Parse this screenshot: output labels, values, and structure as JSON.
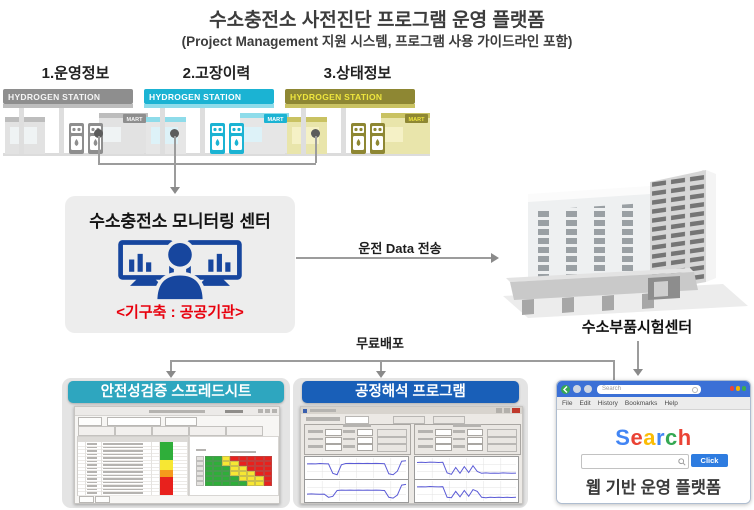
{
  "header": {
    "title": "수소충전소 사전진단 프로그램 운영 플랫폼",
    "subtitle": "(Project Management 지원 시스템, 프로그램 사용 가이드라인 포함)"
  },
  "stations": [
    {
      "label": "1.운영정보",
      "sign": "HYDROGEN STATION",
      "mart": "MART",
      "colors": {
        "canopy": "#8e8e8e",
        "strip": "#bdbdbd",
        "kiosk": "#e2e2e2",
        "window": "#eff3f4",
        "sign_text": "#f5f5f5"
      }
    },
    {
      "label": "2.고장이력",
      "sign": "HYDROGEN STATION",
      "mart": "MART",
      "colors": {
        "canopy": "#1bb3d3",
        "strip": "#8edcea",
        "kiosk": "#e6e6e6",
        "window": "#ddf2f8",
        "sign_text": "#ffffff"
      }
    },
    {
      "label": "3.상태정보",
      "sign": "HYDROGEN STATION",
      "mart": "MART",
      "colors": {
        "canopy": "#8e8733",
        "strip": "#c9c262",
        "kiosk": "#e9e5ab",
        "window": "#f5f1c6",
        "sign_text": "#efe63e"
      }
    }
  ],
  "monitoring_center": {
    "title": "수소충전소 모니터링 센터",
    "note": "<기구축 : 공공기관>",
    "icon_color": "#17469e"
  },
  "flows": {
    "data_transfer": "운전 Data 전송",
    "free_distribution": "무료배포"
  },
  "building": {
    "label": "수소부품시험센터"
  },
  "panels": {
    "spreadsheet": {
      "title": "안전성검증 스프레드시트",
      "header_color": "#2ea6bf"
    },
    "process": {
      "title": "공정해석 프로그램",
      "header_color": "#195fb8"
    },
    "web": {
      "caption": "웹 기반 운영 플랫폼",
      "logo_letters": [
        [
          "S",
          "#4285f4"
        ],
        [
          "e",
          "#ea4335"
        ],
        [
          "a",
          "#fbbc05"
        ],
        [
          "r",
          "#4285f4"
        ],
        [
          "c",
          "#34a853"
        ],
        [
          "h",
          "#ea4335"
        ]
      ],
      "address_text": "Search",
      "click_button": "Click",
      "menu": [
        "File",
        "Edit",
        "History",
        "Bookmarks",
        "Help"
      ]
    }
  },
  "chart_data": [
    {
      "type": "heatmap",
      "title": "risk-matrix (safety verification spreadsheet screenshot)",
      "palette": {
        "G": "#2fae3a",
        "Y": "#f7e733",
        "O": "#f59a1c",
        "R": "#e8211d"
      },
      "matrix": [
        "GGYRRRRR",
        "GGYYRRRR",
        "GGGYYRRR",
        "GGGYYYRR",
        "GGGGYYYR",
        "GGGGGYYR"
      ],
      "row_colors": [
        "G",
        "G",
        "G",
        "G",
        "G",
        "Y",
        "Y",
        "Y",
        "O",
        "O",
        "R",
        "R",
        "R",
        "R",
        "R"
      ]
    },
    {
      "type": "line",
      "title": "process analysis program signal plots (2x2)",
      "color": "#5b5bd6",
      "series": [
        {
          "name": "plot-1",
          "values": [
            0.7,
            0.71,
            0.7,
            0.72,
            0.71,
            0.7,
            0.18,
            0.1,
            0.65,
            0.72,
            0.73,
            0.72,
            0.73,
            0.72,
            0.73,
            0.72,
            0.73,
            0.72,
            0.71,
            0.15,
            0.1,
            0.3,
            0.85,
            0.88
          ]
        },
        {
          "name": "plot-2",
          "values": [
            0.3,
            0.31,
            0.3,
            0.29,
            0.3,
            0.12,
            0.18,
            0.5,
            0.52,
            0.51,
            0.52,
            0.51,
            0.52,
            0.51,
            0.52,
            0.51,
            0.52,
            0.51,
            0.5,
            0.12,
            0.08,
            0.25,
            0.8,
            0.84
          ]
        },
        {
          "name": "plot-3",
          "values": [
            0.78,
            0.79,
            0.78,
            0.8,
            0.79,
            0.78,
            0.79,
            0.2,
            0.12,
            0.5,
            0.18,
            0.55,
            0.22,
            0.6,
            0.28,
            0.18,
            0.2,
            0.18,
            0.19,
            0.18,
            0.2,
            0.19,
            0.18,
            0.19
          ]
        },
        {
          "name": "plot-4",
          "values": [
            0.7,
            0.71,
            0.7,
            0.72,
            0.71,
            0.7,
            0.71,
            0.12,
            0.1,
            0.45,
            0.15,
            0.5,
            0.18,
            0.55,
            0.45,
            0.12,
            0.1,
            0.12,
            0.11,
            0.12,
            0.11,
            0.12,
            0.11,
            0.12
          ]
        }
      ]
    }
  ]
}
